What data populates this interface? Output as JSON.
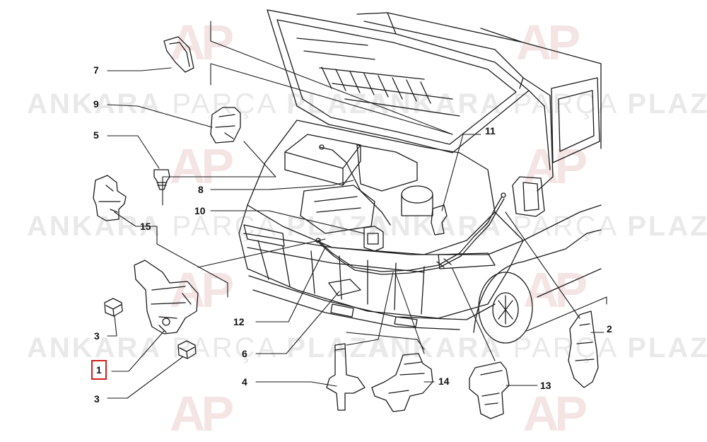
{
  "watermark": {
    "word1": "ANKARA",
    "word2": "PARÇA",
    "word3": "PLAZA",
    "logo": "AP"
  },
  "callouts": {
    "c1": "1",
    "c2": "2",
    "c3a": "3",
    "c3b": "3",
    "c4": "4",
    "c5": "5",
    "c6": "6",
    "c7": "7",
    "c8": "8",
    "c9": "9",
    "c10": "10",
    "c11": "11",
    "c12": "12",
    "c13": "13",
    "c14": "14",
    "c15": "15"
  },
  "colors": {
    "line": "#1a1a1a",
    "selection": "#d0201a",
    "watermark": "#e9e9e9",
    "logo": "#f4e4e4"
  }
}
